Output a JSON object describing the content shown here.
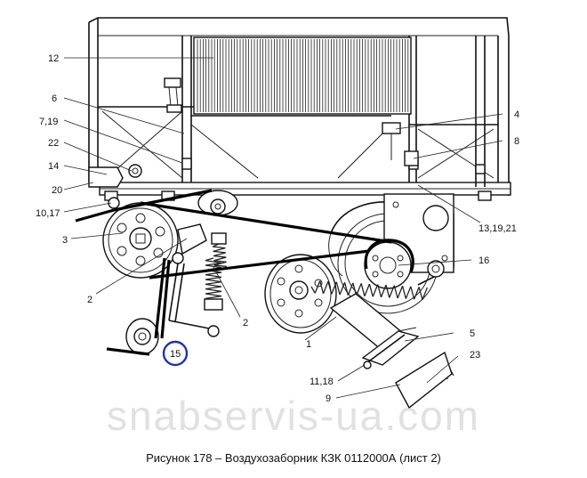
{
  "caption": "Рисунок 178 – Воздухозаборник КЗК 0112000А (лист 2)",
  "watermark": "snabservis-ua.com",
  "highlight_color": "#2233aa",
  "labels": {
    "l12": "12",
    "l6": "6",
    "l719": "7,19",
    "l22": "22",
    "l14": "14",
    "l20": "20",
    "l1017": "10,17",
    "l3": "3",
    "l2a": "2",
    "l2b": "2",
    "l15": "15",
    "l4": "4",
    "l8": "8",
    "l131921": "13,19,21",
    "l16": "16",
    "l1": "1",
    "l5": "5",
    "l23": "23",
    "l1118": "11,18",
    "l9": "9"
  }
}
